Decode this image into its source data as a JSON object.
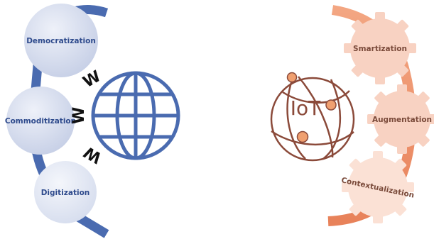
{
  "left_panel": {
    "circles": [
      {
        "label": "Democratization"
      },
      {
        "label": "Commoditization"
      },
      {
        "label": "Digitization"
      }
    ],
    "connector_glyph": "W",
    "globe_icon": "globe-icon"
  },
  "right_panel": {
    "center_label": "IoT",
    "gears": [
      {
        "label": "Smartization"
      },
      {
        "label": "Augmentation"
      },
      {
        "label": "Contextualization"
      }
    ]
  },
  "colors": {
    "blue_dark": "#4a6bb0",
    "blue_circle": "#cdd5ea",
    "orange_arc": "#ee8e66",
    "gear_fill": "#f8d2c2",
    "iot_brown": "#8b4a3a",
    "node_orange": "#f0a070"
  }
}
